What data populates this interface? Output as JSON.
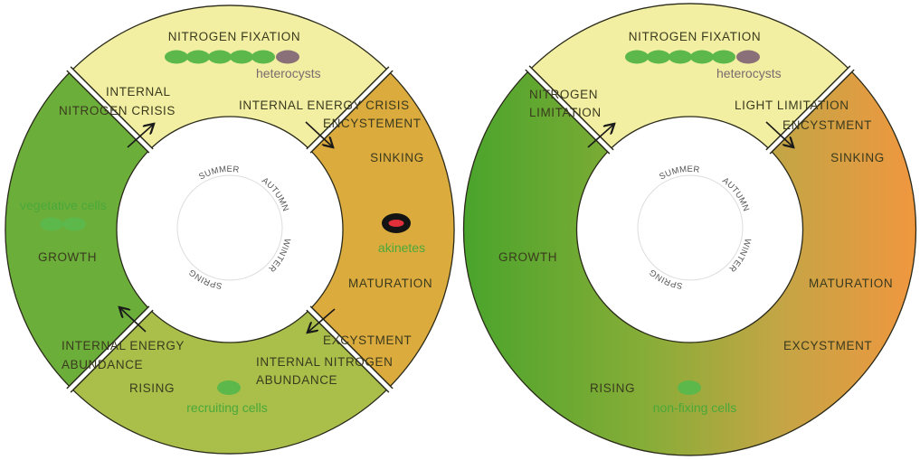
{
  "colors": {
    "yellow": "#f3efa2",
    "green": "#6cae3a",
    "gold": "#dcab3d",
    "olive": "#a9bf4a",
    "cell_green": "#5cb84a",
    "heterocyst": "#8a7078",
    "akinete_outer": "#141414",
    "akinete_inner": "#e0303a"
  },
  "seasons": {
    "summer": "SUMMER",
    "autumn": "AUTUMN",
    "winter": "WINTER",
    "spring": "SPRING"
  },
  "left": {
    "nitrogen_fixation": "NITROGEN FIXATION",
    "heterocysts": "heterocysts",
    "internal": "INTERNAL",
    "nitrogen_crisis": "NITROGEN CRISIS",
    "internal_energy_crisis": "INTERNAL ENERGY CRISIS",
    "encystement": "ENCYSTEMENT",
    "sinking": "SINKING",
    "akinetes": "akinetes",
    "maturation": "MATURATION",
    "excystment": "EXCYSTMENT",
    "internal_nitrogen": "INTERNAL NITROGEN",
    "abundance_right": "ABUNDANCE",
    "rising": "RISING",
    "recruiting_cells": "recruiting cells",
    "internal_energy": "INTERNAL ENERGY",
    "abundance_left": "ABUNDANCE",
    "growth": "GROWTH",
    "vegetative_cells": "vegetative cells"
  },
  "right": {
    "nitrogen_fixation": "NITROGEN FIXATION",
    "heterocysts": "heterocysts",
    "nitrogen": "NITROGEN",
    "limitation": "LIMITATION",
    "light_limitation": "LIGHT LIMITATION",
    "encystment": "ENCYSTMENT",
    "sinking": "SINKING",
    "growth": "GROWTH",
    "maturation": "MATURATION",
    "excystment": "EXCYSTMENT",
    "rising": "RISING",
    "non_fixing_cells": "non-fixing cells"
  }
}
